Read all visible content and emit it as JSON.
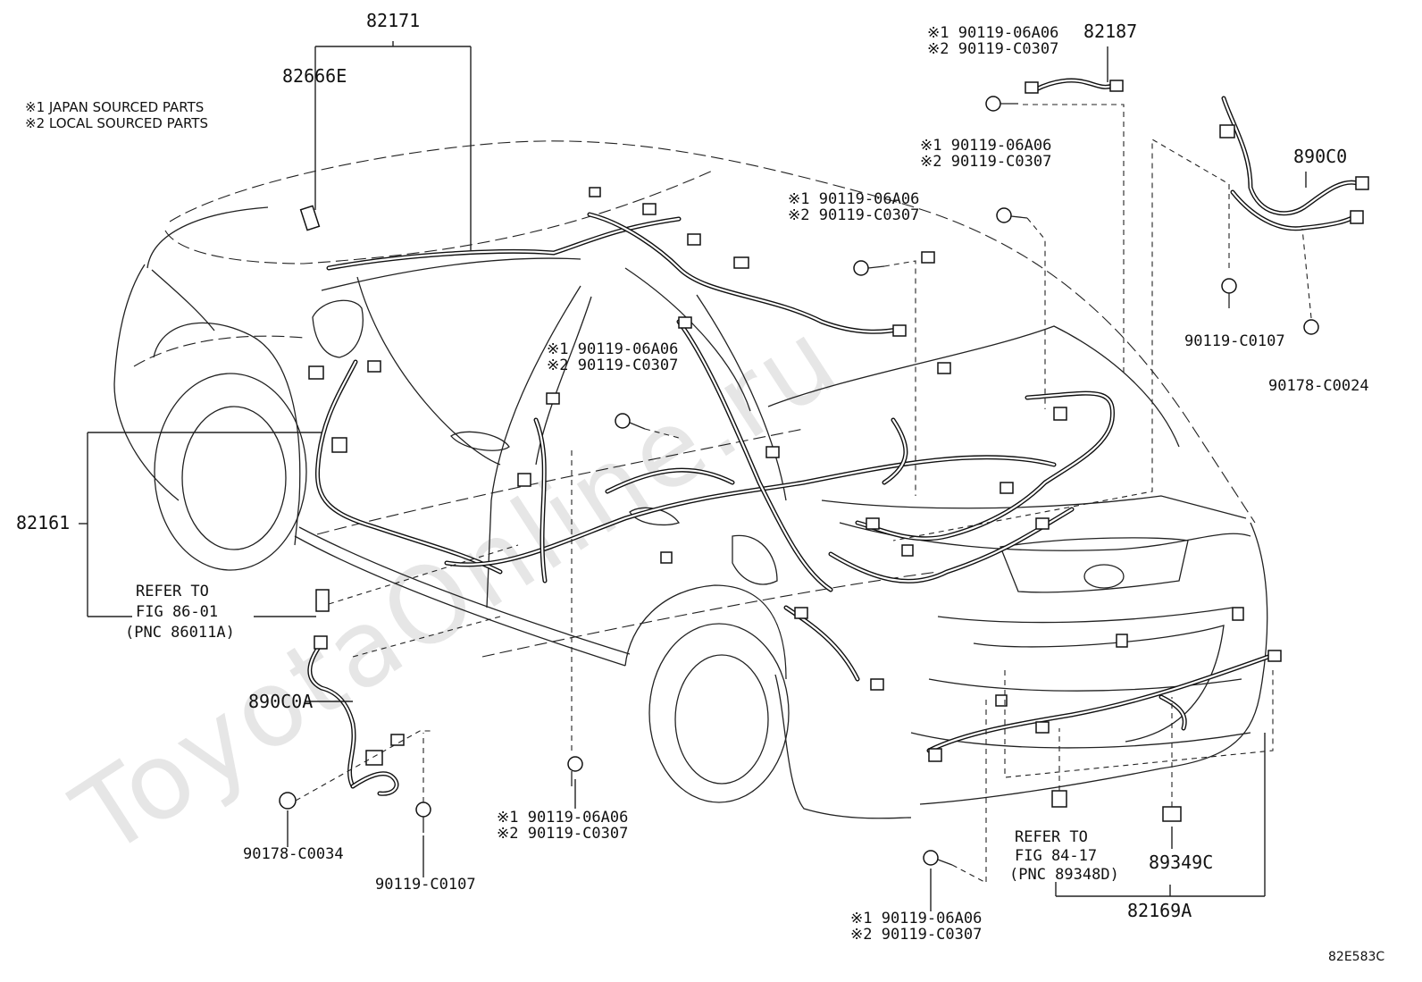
{
  "watermark": "ToyotaOnline.ru",
  "notes": {
    "line1": "※1 JAPAN SOURCED PARTS",
    "line2": "※2 LOCAL SOURCED PARTS"
  },
  "labels": {
    "p82171": "82171",
    "p82666E": "82666E",
    "p82187": "82187",
    "p890C0": "890C0",
    "p82161": "82161",
    "p890C0A": "890C0A",
    "p82169A": "82169A",
    "p89349C": "89349C",
    "p90119_C0107_right": "90119-C0107",
    "p90178_C0024": "90178-C0024",
    "p90178_C0034": "90178-C0034",
    "p90119_C0107_left": "90119-C0107"
  },
  "bolt_callouts": [
    {
      "line1": "※1 90119-06A06",
      "line2": "※2 90119-C0307"
    },
    {
      "line1": "※1 90119-06A06",
      "line2": "※2 90119-C0307"
    },
    {
      "line1": "※1 90119-06A06",
      "line2": "※2 90119-C0307"
    },
    {
      "line1": "※1 90119-06A06",
      "line2": "※2 90119-C0307"
    },
    {
      "line1": "※1 90119-06A06",
      "line2": "※2 90119-C0307"
    },
    {
      "line1": "※1 90119-06A06",
      "line2": "※2 90119-C0307"
    }
  ],
  "refers": {
    "ref_left": {
      "line1": "REFER TO",
      "line2": "FIG 86-01",
      "line3": "(PNC 86011A)"
    },
    "ref_right": {
      "line1": "REFER TO",
      "line2": "FIG 84-17",
      "line3": "(PNC 89348D)"
    }
  },
  "figure_code": "82E583C"
}
